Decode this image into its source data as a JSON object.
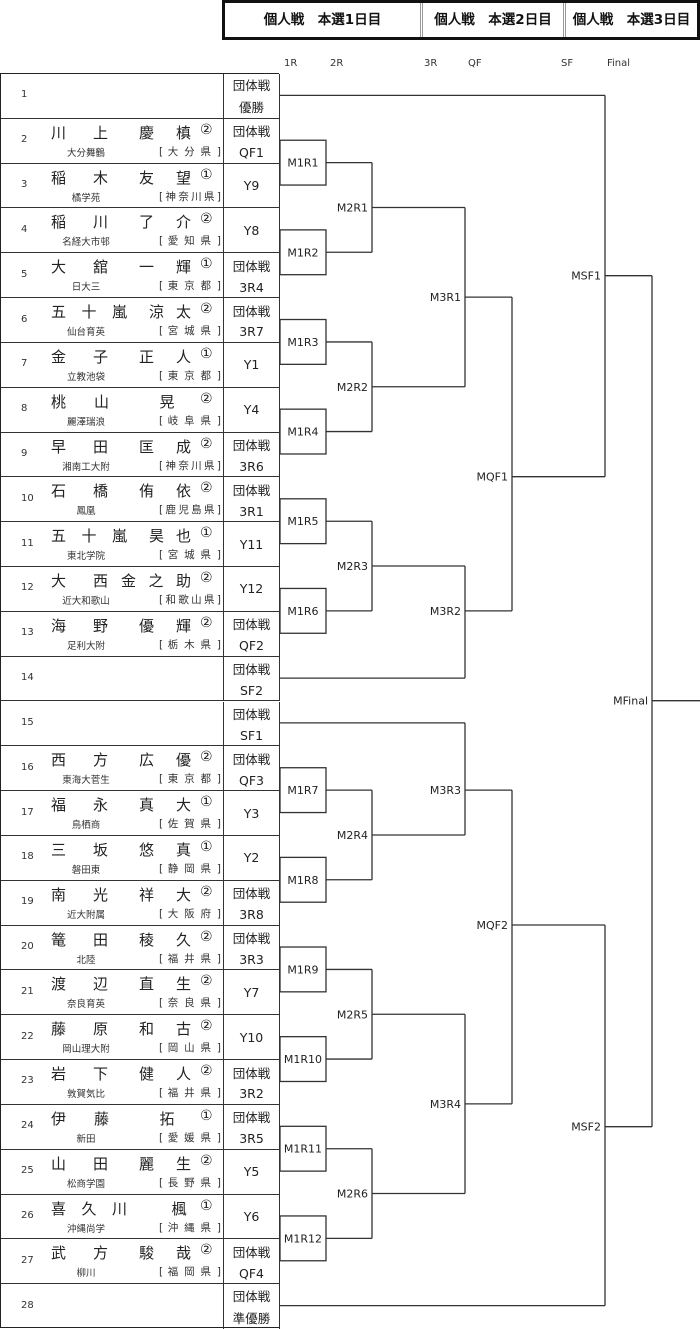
{
  "header": {
    "days": [
      "個人戦　本選1日目",
      "個人戦　本選2日目",
      "個人戦　本選3日目"
    ]
  },
  "rounds": [
    "1R",
    "2R",
    "3R",
    "QF",
    "SF",
    "Final"
  ],
  "players": [
    {
      "no": "1",
      "family": "",
      "given": "",
      "grade": "",
      "school": "",
      "pref": "",
      "seed": [
        "団体戦",
        "優勝"
      ]
    },
    {
      "no": "2",
      "family": "川上",
      "given": "慶槙",
      "grade": "②",
      "school": "大分舞鶴",
      "pref": "[ 大 分 県 ]",
      "seed": [
        "団体戦",
        "QF1"
      ]
    },
    {
      "no": "3",
      "family": "稲木",
      "given": "友望",
      "grade": "①",
      "school": "橘学苑",
      "pref": "[神奈川県]",
      "seed": [
        "Y9"
      ]
    },
    {
      "no": "4",
      "family": "稲川",
      "given": "了介",
      "grade": "②",
      "school": "名経大市邨",
      "pref": "[ 愛 知 県 ]",
      "seed": [
        "Y8"
      ]
    },
    {
      "no": "5",
      "family": "大舘",
      "given": "一輝",
      "grade": "①",
      "school": "日大三",
      "pref": "[ 東 京 都 ]",
      "seed": [
        "団体戦",
        "3R4"
      ]
    },
    {
      "no": "6",
      "family": "五十嵐",
      "given": "涼太",
      "grade": "②",
      "school": "仙台育英",
      "pref": "[ 宮 城 県 ]",
      "seed": [
        "団体戦",
        "3R7"
      ]
    },
    {
      "no": "7",
      "family": "金子",
      "given": "正人",
      "grade": "①",
      "school": "立教池袋",
      "pref": "[ 東 京 都 ]",
      "seed": [
        "Y1"
      ]
    },
    {
      "no": "8",
      "family": "桃山",
      "given": "晃",
      "grade": "②",
      "school": "麗澤瑞浪",
      "pref": "[ 岐 阜 県 ]",
      "seed": [
        "Y4"
      ]
    },
    {
      "no": "9",
      "family": "早田",
      "given": "匡成",
      "grade": "②",
      "school": "湘南工大附",
      "pref": "[神奈川県]",
      "seed": [
        "団体戦",
        "3R6"
      ]
    },
    {
      "no": "10",
      "family": "石橋",
      "given": "侑依",
      "grade": "②",
      "school": "鳳凰",
      "pref": "[鹿児島県]",
      "seed": [
        "団体戦",
        "3R1"
      ]
    },
    {
      "no": "11",
      "family": "五十嵐",
      "given": "昊也",
      "grade": "①",
      "school": "東北学院",
      "pref": "[ 宮 城 県 ]",
      "seed": [
        "Y11"
      ]
    },
    {
      "no": "12",
      "family": "大西",
      "given": "金之助",
      "grade": "②",
      "school": "近大和歌山",
      "pref": "[和歌山県]",
      "seed": [
        "Y12"
      ]
    },
    {
      "no": "13",
      "family": "海野",
      "given": "優輝",
      "grade": "②",
      "school": "足利大附",
      "pref": "[ 栃 木 県 ]",
      "seed": [
        "団体戦",
        "QF2"
      ]
    },
    {
      "no": "14",
      "family": "",
      "given": "",
      "grade": "",
      "school": "",
      "pref": "",
      "seed": [
        "団体戦",
        "SF2"
      ]
    },
    {
      "no": "15",
      "family": "",
      "given": "",
      "grade": "",
      "school": "",
      "pref": "",
      "seed": [
        "団体戦",
        "SF1"
      ]
    },
    {
      "no": "16",
      "family": "西方",
      "given": "広優",
      "grade": "②",
      "school": "東海大菅生",
      "pref": "[ 東 京 都 ]",
      "seed": [
        "団体戦",
        "QF3"
      ]
    },
    {
      "no": "17",
      "family": "福永",
      "given": "真大",
      "grade": "①",
      "school": "鳥栖商",
      "pref": "[ 佐 賀 県 ]",
      "seed": [
        "Y3"
      ]
    },
    {
      "no": "18",
      "family": "三坂",
      "given": "悠真",
      "grade": "①",
      "school": "磐田東",
      "pref": "[ 静 岡 県 ]",
      "seed": [
        "Y2"
      ]
    },
    {
      "no": "19",
      "family": "南光",
      "given": "祥大",
      "grade": "②",
      "school": "近大附属",
      "pref": "[ 大 阪 府 ]",
      "seed": [
        "団体戦",
        "3R8"
      ]
    },
    {
      "no": "20",
      "family": "篭田",
      "given": "稜久",
      "grade": "②",
      "school": "北陸",
      "pref": "[ 福 井 県 ]",
      "seed": [
        "団体戦",
        "3R3"
      ]
    },
    {
      "no": "21",
      "family": "渡辺",
      "given": "直生",
      "grade": "②",
      "school": "奈良育英",
      "pref": "[ 奈 良 県 ]",
      "seed": [
        "Y7"
      ]
    },
    {
      "no": "22",
      "family": "藤原",
      "given": "和古",
      "grade": "②",
      "school": "岡山理大附",
      "pref": "[ 岡 山 県 ]",
      "seed": [
        "Y10"
      ]
    },
    {
      "no": "23",
      "family": "岩下",
      "given": "健人",
      "grade": "②",
      "school": "敦賀気比",
      "pref": "[ 福 井 県 ]",
      "seed": [
        "団体戦",
        "3R2"
      ]
    },
    {
      "no": "24",
      "family": "伊藤",
      "given": "拓",
      "grade": "①",
      "school": "新田",
      "pref": "[ 愛 媛 県 ]",
      "seed": [
        "団体戦",
        "3R5"
      ]
    },
    {
      "no": "25",
      "family": "山田",
      "given": "麗生",
      "grade": "②",
      "school": "松商学園",
      "pref": "[ 長 野 県 ]",
      "seed": [
        "Y5"
      ]
    },
    {
      "no": "26",
      "family": "喜久川",
      "given": "楓",
      "grade": "①",
      "school": "沖縄尚学",
      "pref": "[ 沖 縄 県 ]",
      "seed": [
        "Y6"
      ]
    },
    {
      "no": "27",
      "family": "武方",
      "given": "駿哉",
      "grade": "②",
      "school": "柳川",
      "pref": "[ 福 岡 県 ]",
      "seed": [
        "団体戦",
        "QF4"
      ]
    },
    {
      "no": "28",
      "family": "",
      "given": "",
      "grade": "",
      "school": "",
      "pref": "",
      "seed": [
        "団体戦",
        "準優勝"
      ]
    }
  ],
  "matches": {
    "r1": [
      "M1R1",
      "M1R2",
      "M1R3",
      "M1R4",
      "M1R5",
      "M1R6",
      "M1R7",
      "M1R8",
      "M1R9",
      "M1R10",
      "M1R11",
      "M1R12"
    ],
    "r2": [
      "M2R1",
      "M2R2",
      "M2R3",
      "M2R4",
      "M2R5",
      "M2R6"
    ],
    "r3": [
      "M3R1",
      "M3R2",
      "M3R3",
      "M3R4"
    ],
    "qf": [
      "MQF1",
      "MQF2"
    ],
    "sf": [
      "MSF1",
      "MSF2"
    ],
    "final": "MFinal"
  }
}
